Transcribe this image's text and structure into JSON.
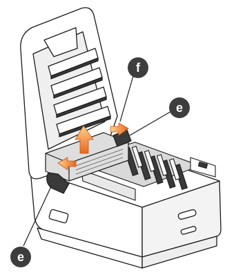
{
  "callouts": [
    {
      "id": "f",
      "label": "f"
    },
    {
      "id": "e-top",
      "label": "e"
    },
    {
      "id": "e-bottom",
      "label": "e"
    }
  ],
  "colors": {
    "line": "#1a1a1a",
    "body": "#ffffff",
    "shade": "#e4e4e4",
    "dark": "#3a3a3a",
    "accent": "#f28a2e",
    "callout": "#3d3d3d"
  }
}
